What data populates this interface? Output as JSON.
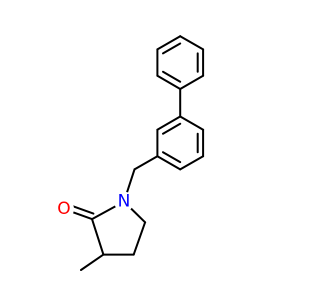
{
  "molecule": {
    "atoms": [
      {
        "id": "N1",
        "symbol": "N",
        "color": "#0000ff"
      },
      {
        "id": "O1",
        "symbol": "O",
        "color": "#ff0000"
      }
    ]
  }
}
